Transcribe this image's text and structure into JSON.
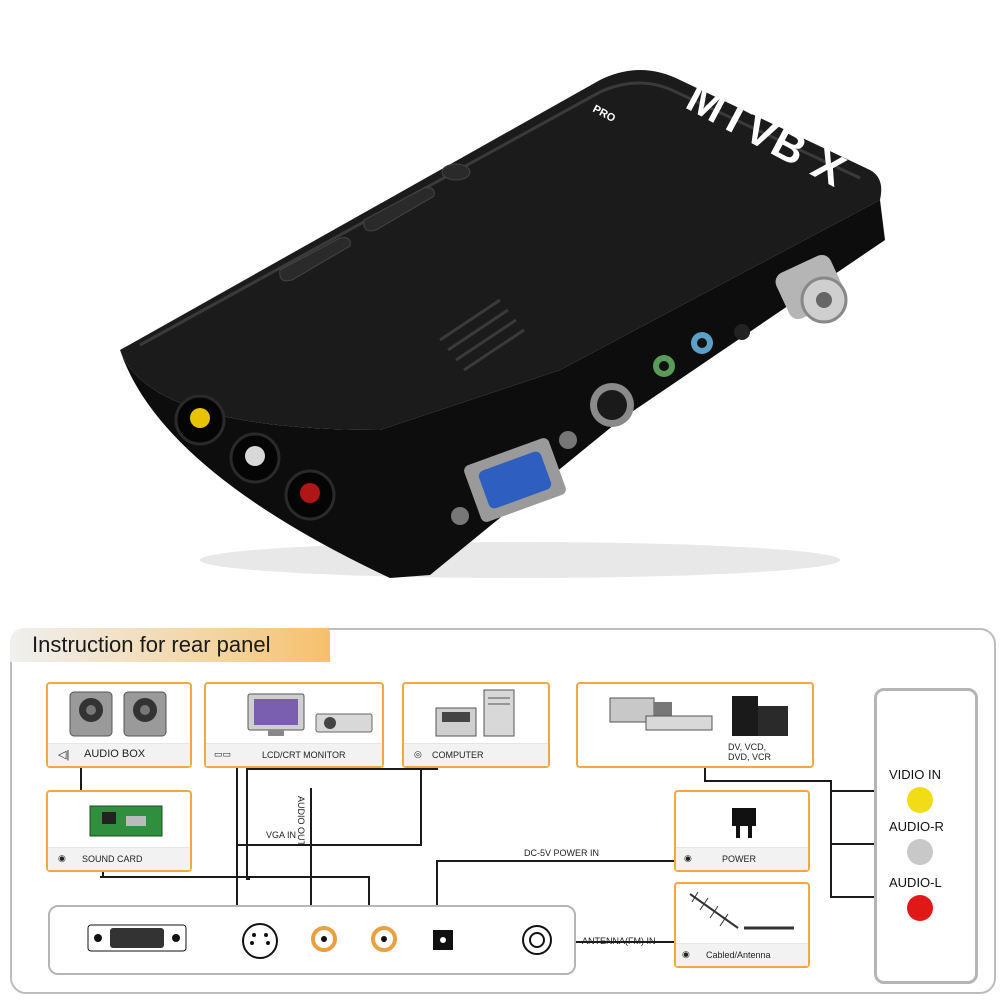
{
  "product": {
    "brand": "MTVB   X",
    "brand_sub": "PRO",
    "colors": {
      "body": "#121212",
      "accent_yellow": "#e8c400",
      "accent_red": "#b01616",
      "vga_blue": "#2e5fc0"
    }
  },
  "diagram": {
    "title": "Instruction for rear panel",
    "boxes": {
      "audio_box": "AUDIO BOX",
      "monitor": "LCD/CRT MONITOR",
      "computer": "COMPUTER",
      "sound_card": "SOUND CARD",
      "dv_devices": "DV, VCD,\nDVD, VCR",
      "power": "POWER",
      "antenna": "Cabled/Antenna"
    },
    "connection_labels": {
      "audio_out": "AUDIO OUT",
      "vga_in": "VGA IN",
      "dc_power": "DC-5V POWER IN",
      "antenna_in": "ANTENNA(FM) IN"
    },
    "right_inputs": [
      {
        "label": "VIDIO IN",
        "color": "#f2dc16"
      },
      {
        "label": "AUDIO-R",
        "color": "#c8c8c8"
      },
      {
        "label": "AUDIO-L",
        "color": "#e01818"
      }
    ]
  }
}
